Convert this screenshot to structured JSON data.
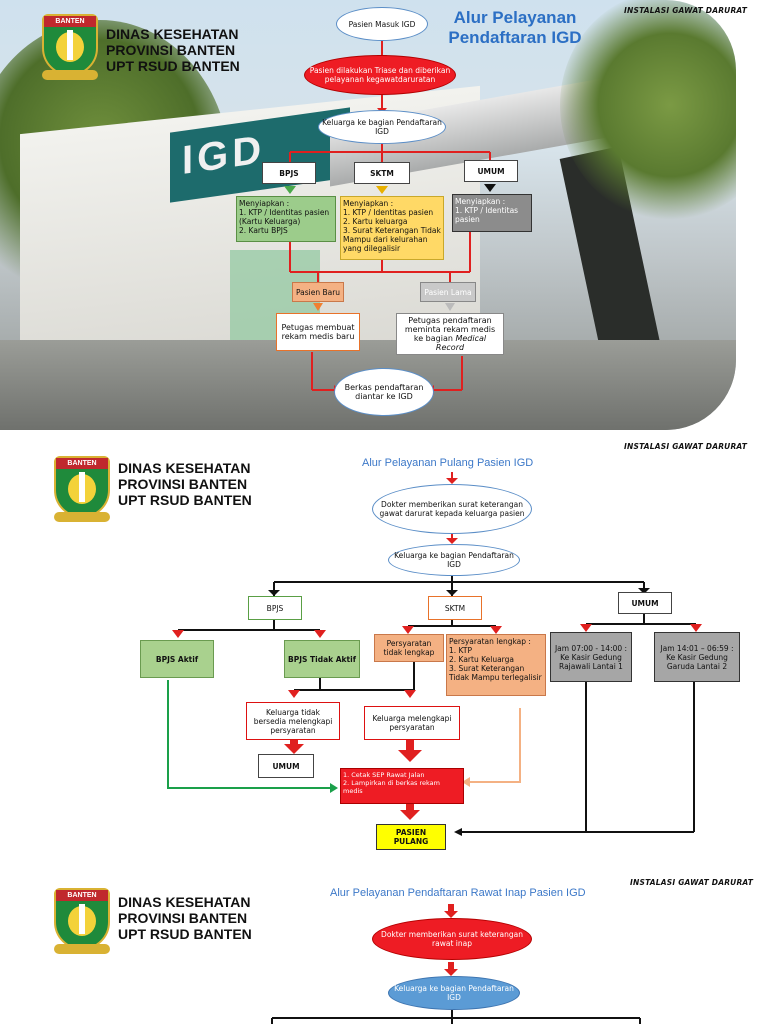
{
  "org": {
    "logo_banner": "BANTEN",
    "line1": "DINAS KESEHATAN",
    "line2": "PROVINSI BANTEN",
    "line3": "UPT RSUD BANTEN"
  },
  "instalasi": "INSTALASI GAWAT DARURAT",
  "page1": {
    "title_line1": "Alur Pelayanan",
    "title_line2": "Pendaftaran IGD",
    "n_start": "Pasien Masuk IGD",
    "n_triase": "Pasien dilakukan Triase dan diberikan pelayanan kegawatdaruratan",
    "n_keluarga": "Keluarga ke bagian Pendaftaran IGD",
    "n_bpjs": "BPJS",
    "n_sktm": "SKTM",
    "n_umum": "UMUM",
    "n_bpjs_req_title": "Menyiapkan :",
    "n_bpjs_req_1": "1.   KTP / Identitas pasien (Kartu Keluarga)",
    "n_bpjs_req_2": "2.   Kartu BPJS",
    "n_sktm_req_title": "Menyiapkan :",
    "n_sktm_req_1": "1.   KTP / Identitas pasien",
    "n_sktm_req_2": "2.   Kartu keluarga",
    "n_sktm_req_3": "3.   Surat Keterangan Tidak Mampu dari kelurahan yang dilegalisir",
    "n_umum_req_title": "Menyiapkan :",
    "n_umum_req_1": "1. KTP / Identitas pasien",
    "n_baru": "Pasien Baru",
    "n_lama": "Pasien Lama",
    "n_petugas_baru": "Petugas membuat rekam medis baru",
    "n_petugas_lama_a": "Petugas pendaftaran meminta rekam medis ke bagian ",
    "n_petugas_lama_b": "Medical Record",
    "n_berkas": "Berkas pendaftaran diantar ke IGD"
  },
  "page2": {
    "title": "Alur Pelayanan Pulang Pasien IGD",
    "n_dokter": "Dokter memberikan surat keterangan gawat darurat kepada keluarga pasien",
    "n_keluarga": "Keluarga ke bagian Pendaftaran IGD",
    "n_bpjs": "BPJS",
    "n_sktm": "SKTM",
    "n_umum": "UMUM",
    "n_bpjs_aktif": "BPJS Aktif",
    "n_bpjs_tidak": "BPJS Tidak Aktif",
    "n_syarat_tidak": "Persyaratan tidak lengkap",
    "n_syarat_lengkap_title": "Persyaratan lengkap :",
    "n_syarat_lengkap_1": "1. KTP",
    "n_syarat_lengkap_2": "2. Kartu Keluarga",
    "n_syarat_lengkap_3": "3. Surat Keterangan Tidak Mampu terlegalisir",
    "n_jam1": "Jam 07:00 - 14:00 : Ke Kasir Gedung Rajawali Lantai 1",
    "n_jam2": "Jam 14:01 – 06:59 : Ke Kasir Gedung Garuda Lantai 2",
    "n_tidak_bersedia": "Keluarga tidak bersedia melengkapi persyaratan",
    "n_melengkapi": "Keluarga melengkapi persyaratan",
    "n_umum2": "UMUM",
    "n_cetak_1": "1.   Cetak SEP Rawat Jalan",
    "n_cetak_2": "2.   Lampirkan di berkas rekam medis",
    "n_pulang": "PASIEN PULANG"
  },
  "page3": {
    "title": "Alur Pelayanan Pendaftaran Rawat Inap Pasien IGD",
    "n_dokter": "Dokter memberikan surat keterangan rawat inap",
    "n_keluarga": "Keluarga ke bagian Pendaftaran IGD"
  }
}
